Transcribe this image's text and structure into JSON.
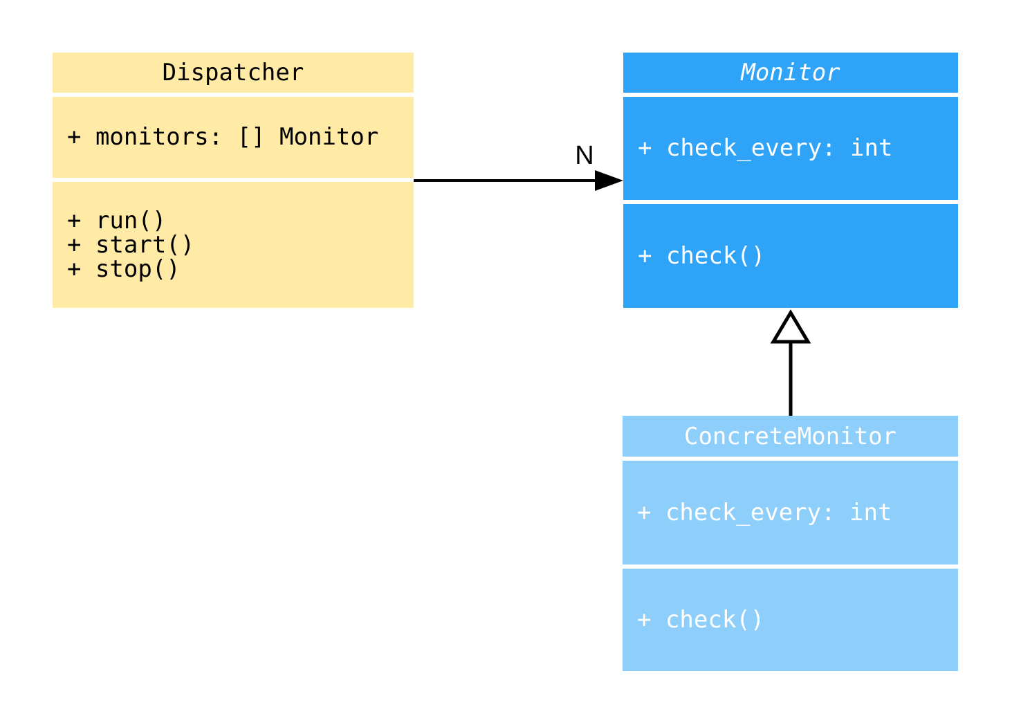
{
  "diagram": {
    "type": "uml-class-diagram",
    "background_color": "#ffffff",
    "connector_color": "#000000",
    "classes": [
      {
        "name": "Dispatcher",
        "abstract": false,
        "fill": "#FFEBA6",
        "text_color": "#000000",
        "attributes": [
          "+ monitors: [] Monitor"
        ],
        "methods": [
          "+ run()",
          "+ start()",
          "+ stop()"
        ]
      },
      {
        "name": "Monitor",
        "abstract": true,
        "fill": "#2EA3F8",
        "text_color": "#FFFFFF",
        "attributes": [
          "+ check_every: int"
        ],
        "methods": [
          "+ check()"
        ]
      },
      {
        "name": "ConcreteMonitor",
        "abstract": false,
        "fill": "#8DCEFA",
        "text_color": "#FFFFFF",
        "attributes": [
          "+ check_every: int"
        ],
        "methods": [
          "+ check()"
        ]
      }
    ],
    "relations": [
      {
        "type": "association",
        "from": "Dispatcher",
        "to": "Monitor",
        "label": "N"
      },
      {
        "type": "inheritance",
        "from": "ConcreteMonitor",
        "to": "Monitor"
      }
    ]
  }
}
